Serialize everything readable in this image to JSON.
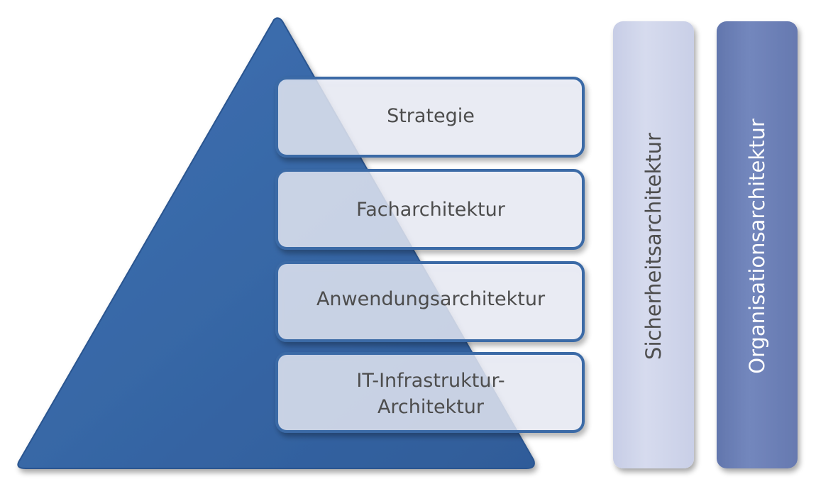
{
  "layers": [
    {
      "label": "Strategie"
    },
    {
      "label": "Facharchitektur"
    },
    {
      "label": "Anwendungsarchitektur"
    },
    {
      "label_line1": "IT-Infrastruktur-",
      "label_line2": "Architektur"
    }
  ],
  "pillars": [
    {
      "label": "Sicherheitsarchitektur"
    },
    {
      "label": "Organisationsarchitektur"
    }
  ],
  "colors": {
    "pyramid": "#3767a7",
    "layer_fill": "#eceef8",
    "layer_border": "#3a6aa6",
    "pillar_light": "#d3d8ec",
    "pillar_dark": "#6f84ba",
    "text_dark": "#4d4d4d",
    "text_light": "#ffffff"
  }
}
